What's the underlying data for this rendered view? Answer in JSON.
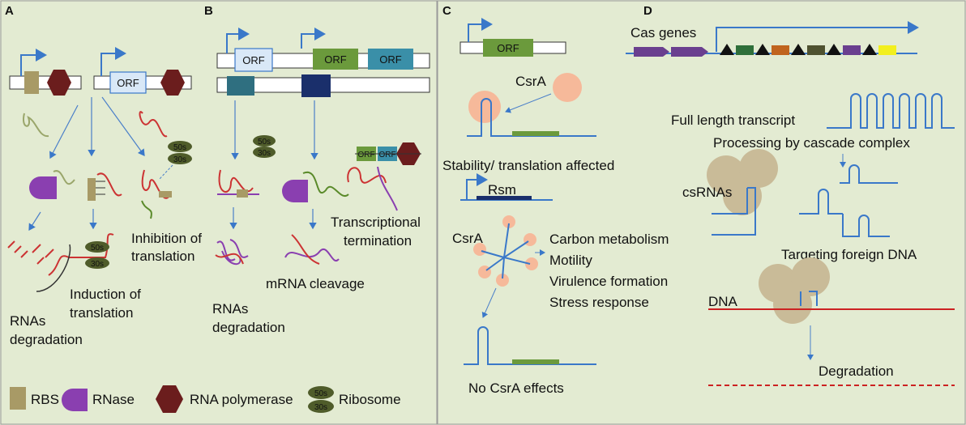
{
  "panels": {
    "A": {
      "letter": "A",
      "orf": "ORF",
      "rib_top": "50s",
      "rib_bottom": "30s",
      "inhibition_1": "Inhibition of",
      "inhibition_2": "translation",
      "induction_1": "Induction of",
      "induction_2": "translation",
      "rnas_1": "RNAs",
      "rnas_2": "degradation",
      "legend": {
        "rbs": "RBS",
        "rnase": "RNase",
        "polymerase": "RNA polymerase",
        "ribosome": "Ribosome",
        "rib_top": "50s",
        "rib_bottom": "30s"
      }
    },
    "B": {
      "letter": "B",
      "orf1": "ORF",
      "orf2": "ORF",
      "orf3": "ORF",
      "orf_small1": "ORF",
      "orf_small2": "ORF",
      "rib_top": "50s",
      "rib_bottom": "30s",
      "transcriptional_1": "Transcriptional",
      "transcriptional_2": "termination",
      "mrna_cleavage": "mRNA cleavage",
      "rnas_1": "RNAs",
      "rnas_2": "degradation"
    },
    "C": {
      "letter": "C",
      "orf": "ORF",
      "csra_top": "CsrA",
      "stability": "Stability/ translation affected",
      "rsm": "Rsm",
      "csra_mid": "CsrA",
      "effects": [
        "Carbon metabolism",
        "Motility",
        "Virulence formation",
        "Stress response"
      ],
      "no_effects": "No CsrA effects"
    },
    "D": {
      "letter": "D",
      "cas_genes": "Cas genes",
      "full_length": "Full length transcript",
      "processing": "Processing by cascade complex",
      "csrnas": "csRNAs",
      "targeting": "Targeting foreign DNA",
      "dna": "DNA",
      "degradation": "Degradation"
    }
  },
  "colors": {
    "background": "#e3ebd2",
    "promoter_arrow": "#3a78c9",
    "rbs": "#a89a66",
    "rnase": "#8a3fb0",
    "polymerase": "#6b1d1d",
    "ribosome": "#4f5c2a",
    "csra": "#f6b99a",
    "orf_green": "#6b9a3c",
    "orf_teal": "#3a8fa8",
    "orf_light": "#d9e8f7",
    "dna_red": "#cc2222",
    "complex": "#c9bb98"
  }
}
